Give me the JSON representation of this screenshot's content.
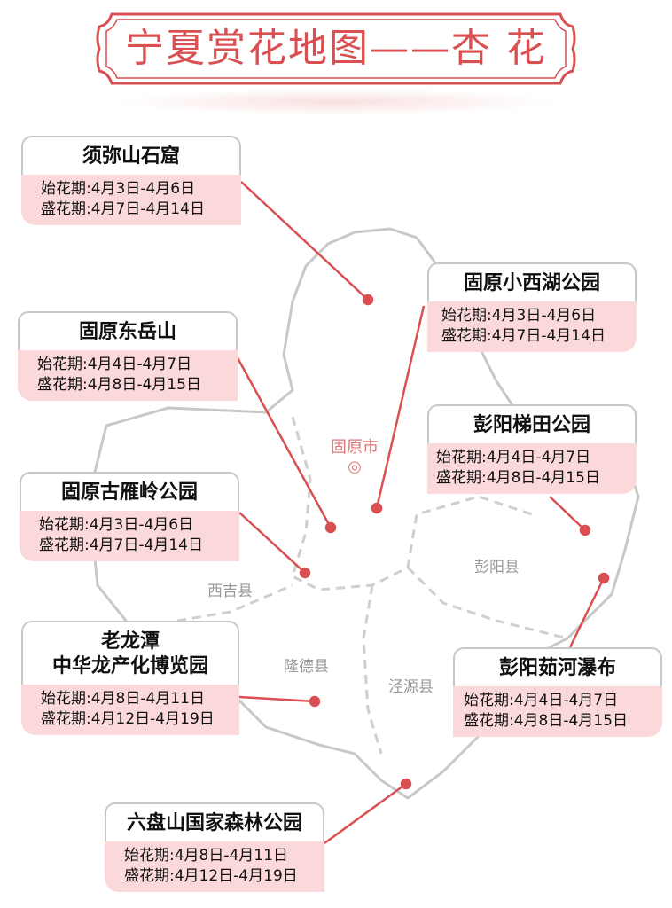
{
  "title": "宁夏赏花地图——杏 花",
  "city": {
    "name": "固原市",
    "marker": "◎"
  },
  "counties": [
    "彭阳县",
    "西吉县",
    "隆德县",
    "泾源县"
  ],
  "colors": {
    "accent": "#d94f52",
    "card_body": "#fbd9da",
    "map_line": "#c8c8c8"
  },
  "spots": [
    {
      "name": "须弥山石窟",
      "start": "始花期:4月3日-4月6日",
      "peak": "盛花期:4月7日-4月14日"
    },
    {
      "name": "固原东岳山",
      "start": "始花期:4月4日-4月7日",
      "peak": "盛花期:4月8日-4月15日"
    },
    {
      "name": "固原古雁岭公园",
      "start": "始花期:4月3日-4月6日",
      "peak": "盛花期:4月7日-4月14日"
    },
    {
      "name": "老龙潭",
      "name2": "中华龙产化博览园",
      "start": "始花期:4月8日-4月11日",
      "peak": "盛花期:4月12日-4月19日"
    },
    {
      "name": "六盘山国家森林公园",
      "start": "始花期:4月8日-4月11日",
      "peak": "盛花期:4月12日-4月19日"
    },
    {
      "name": "固原小西湖公园",
      "start": "始花期:4月3日-4月6日",
      "peak": "盛花期:4月7日-4月14日"
    },
    {
      "name": "彭阳梯田公园",
      "start": "始花期:4月4日-4月7日",
      "peak": "盛花期:4月8日-4月15日"
    },
    {
      "name": "彭阳茹河瀑布",
      "start": "始花期:4月4日-4月7日",
      "peak": "盛花期:4月8日-4月15日"
    }
  ]
}
